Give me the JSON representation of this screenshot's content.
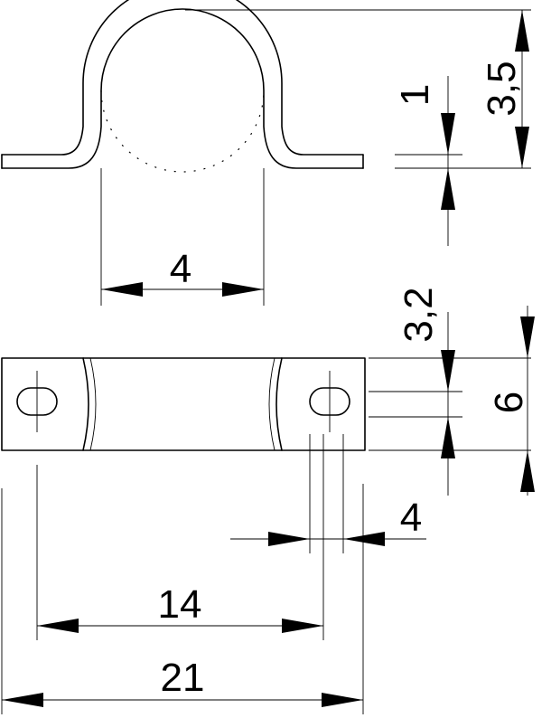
{
  "drawing": {
    "dimensions": {
      "top_diameter": "4",
      "sheet_thickness": "1",
      "total_height": "3,5",
      "slot_width": "3,2",
      "strap_width": "6",
      "slot_length": "4",
      "hole_spacing": "14",
      "total_length": "21"
    }
  }
}
